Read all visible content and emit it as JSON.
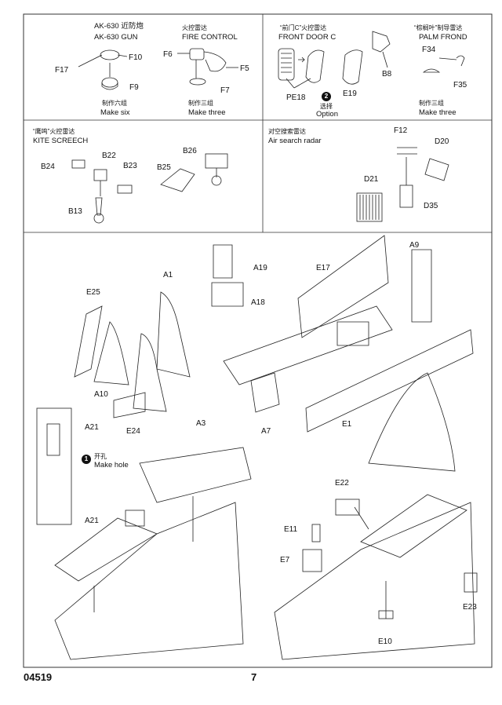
{
  "panels": {
    "ak630": {
      "title_en": "AK-630",
      "title_cn": "近防炮",
      "title_en2": "AK-630 GUN",
      "parts": [
        "F10",
        "F17",
        "F9"
      ],
      "note_cn": "制作六组",
      "note_en": "Make six"
    },
    "fire_control": {
      "title_cn": "火控雷达",
      "title_en": "FIRE CONTROL",
      "parts": [
        "F6",
        "F5",
        "F7"
      ],
      "note_cn": "制作三组",
      "note_en": "Make three"
    },
    "front_door": {
      "title_cn": "“前门C”火控雷达",
      "title_en": "FRONT DOOR C",
      "parts": [
        "PE18",
        "E19",
        "B8"
      ],
      "option_cn": "选择",
      "option_en": "Option",
      "option_mark": "2"
    },
    "palm_frond": {
      "title_cn": "“棕榈叶”制导雷达",
      "title_en": "PALM FROND",
      "parts": [
        "F34",
        "F35"
      ],
      "note_cn": "制作三组",
      "note_en": "Make three"
    },
    "kite_screech": {
      "title_cn": "“鹰鸣”火控雷达",
      "title_en": "KITE SCREECH",
      "parts": [
        "B24",
        "B22",
        "B23",
        "B13",
        "B26",
        "B25"
      ]
    },
    "air_search": {
      "title_cn": "对空搜索雷达",
      "title_en": "Air search radar",
      "parts": [
        "F12",
        "D20",
        "D21",
        "D35"
      ]
    }
  },
  "main": {
    "parts": [
      "A19",
      "A18",
      "E17",
      "A9",
      "A1",
      "E25",
      "A10",
      "E24",
      "A7",
      "E1",
      "A21",
      "A3",
      "A21",
      "E22",
      "E11",
      "E7",
      "E23",
      "E10"
    ],
    "make_hole_mark": "1",
    "make_hole_cn": "开孔",
    "make_hole_en": "Make hole"
  },
  "footer": {
    "catalog": "04519",
    "page": "7"
  }
}
